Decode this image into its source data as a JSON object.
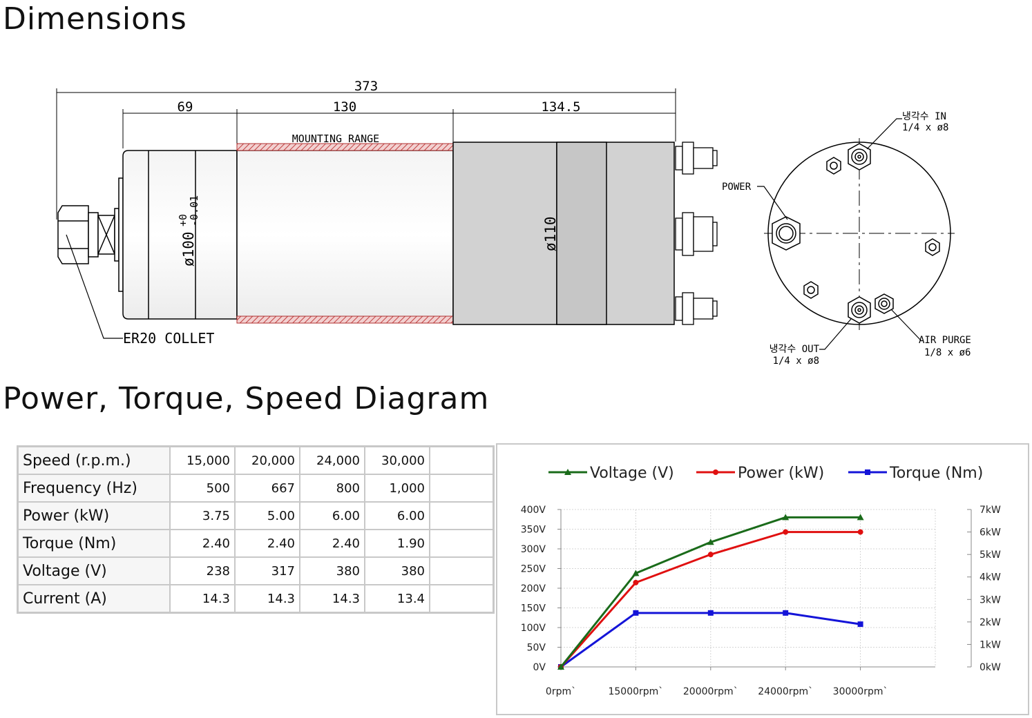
{
  "titles": {
    "dimensions": "Dimensions",
    "diagram": "Power, Torque, Speed Diagram"
  },
  "drawing": {
    "dim_total": "373",
    "dim_front": "69",
    "dim_mount": "130",
    "dim_rear": "134.5",
    "mounting_range": "MOUNTING RANGE",
    "front_diameter": "ø100",
    "front_tol_upper": "+0",
    "front_tol_lower": "-0.01",
    "rear_diameter": "ø110",
    "collet": "ER20 COLLET",
    "coolant_in": "냉각수 IN",
    "coolant_in_size": "1/4 x ø8",
    "power": "POWER",
    "coolant_out": "냉각수 OUT",
    "coolant_out_size": "1/4 x ø8",
    "air_purge": "AIR PURGE",
    "air_purge_size": "1/8 x ø6",
    "hatch_color": "#e0a0a0",
    "housing_color": "#d0d0d0"
  },
  "table": {
    "rows": [
      {
        "label": "Speed (r.p.m.)",
        "values": [
          "15,000",
          "20,000",
          "24,000",
          "30,000"
        ]
      },
      {
        "label": "Frequency (Hz)",
        "values": [
          "500",
          "667",
          "800",
          "1,000"
        ]
      },
      {
        "label": "Power (kW)",
        "values": [
          "3.75",
          "5.00",
          "6.00",
          "6.00"
        ]
      },
      {
        "label": "Torque (Nm)",
        "values": [
          "2.40",
          "2.40",
          "2.40",
          "1.90"
        ]
      },
      {
        "label": "Voltage (V)",
        "values": [
          "238",
          "317",
          "380",
          "380"
        ]
      },
      {
        "label": "Current (A)",
        "values": [
          "14.3",
          "14.3",
          "14.3",
          "13.4"
        ]
      }
    ]
  },
  "chart_data": {
    "type": "line",
    "categories": [
      "0rpm`",
      "15000rpm`",
      "20000rpm`",
      "24000rpm`",
      "30000rpm`"
    ],
    "y_left_ticks": [
      "0V",
      "50V",
      "100V",
      "150V",
      "200V",
      "250V",
      "300V",
      "350V",
      "400V"
    ],
    "y_right_ticks": [
      "0kW",
      "1kW",
      "2kW",
      "3kW",
      "4kW",
      "5kW",
      "6kW",
      "7kW"
    ],
    "ylim_left": [
      0,
      400
    ],
    "ylim_right": [
      0,
      7
    ],
    "grid": true,
    "legend_position": "top",
    "series": [
      {
        "name": "Voltage (V)",
        "axis": "left",
        "unit": "V",
        "color": "#1a6b1a",
        "marker": "triangle",
        "values": [
          0,
          238,
          317,
          380,
          380
        ]
      },
      {
        "name": "Power (kW)",
        "axis": "right",
        "unit": "kW",
        "color": "#e01010",
        "marker": "circle",
        "values": [
          0,
          3.75,
          5.0,
          6.0,
          6.0
        ]
      },
      {
        "name": "Torque (Nm)",
        "axis": "right",
        "unit": "Nm",
        "color": "#1414d8",
        "marker": "square",
        "values": [
          0,
          2.4,
          2.4,
          2.4,
          1.9
        ]
      }
    ]
  }
}
